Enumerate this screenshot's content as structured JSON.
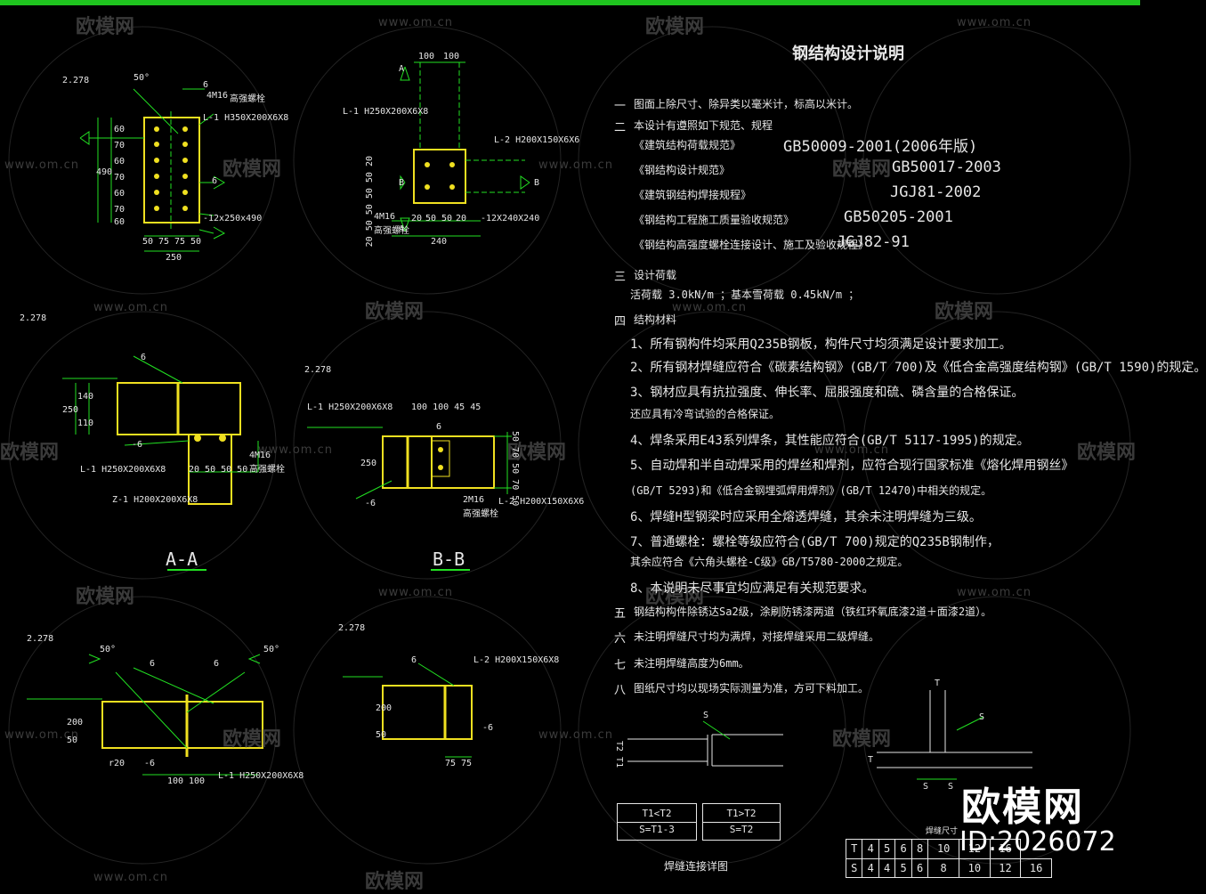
{
  "watermark": {
    "url": "www.om.cn",
    "logo": "欧模网"
  },
  "brand": {
    "name": "欧模网",
    "id": "ID:2026072"
  },
  "colors": {
    "background": "#000000",
    "border": "#1fc41f",
    "lines": "#22e022",
    "members": "#f0e020",
    "text": "#e6e6e6"
  },
  "notes": {
    "title": "钢结构设计说明",
    "items": [
      {
        "num": "一",
        "text": "图面上除尺寸、除异类以毫米计，标高以米计。"
      },
      {
        "num": "二",
        "text": "本设计有遵照如下规范、规程"
      },
      {
        "num": "",
        "text": "《建筑结构荷载规范》",
        "code": "GB50009-2001(2006年版)"
      },
      {
        "num": "",
        "text": "《钢结构设计规范》",
        "code": "GB50017-2003"
      },
      {
        "num": "",
        "text": "《建筑钢结构焊接规程》",
        "code": "JGJ81-2002"
      },
      {
        "num": "",
        "text": "《钢结构工程施工质量验收规范》",
        "code": "GB50205-2001"
      },
      {
        "num": "",
        "text": "《钢结构高强度螺栓连接设计、施工及验收规程》",
        "code": "JGJ82-91"
      },
      {
        "num": "三",
        "text": "设计荷载"
      },
      {
        "num": "",
        "text": "活荷载 3.0kN/m ；基本雪荷载 0.45kN/m ；"
      },
      {
        "num": "四",
        "text": "结构材料"
      },
      {
        "num": "",
        "text": "1、所有钢构件均采用Q235B钢板，构件尺寸均须满足设计要求加工。"
      },
      {
        "num": "",
        "text": "2、所有钢材焊缝应符合《碳素结构钢》(GB/T 700)及《低合金高强度结构钢》(GB/T 1590)的规定。"
      },
      {
        "num": "",
        "text": "3、钢材应具有抗拉强度、伸长率、屈服强度和硫、磷含量的合格保证。"
      },
      {
        "num": "",
        "text": "还应具有冷弯试验的合格保证。"
      },
      {
        "num": "",
        "text": "4、焊条采用E43系列焊条，其性能应符合(GB/T 5117-1995)的规定。"
      },
      {
        "num": "",
        "text": "5、自动焊和半自动焊采用的焊丝和焊剂，应符合现行国家标准《熔化焊用钢丝》"
      },
      {
        "num": "",
        "text": "(GB/T 5293)和《低合金钢埋弧焊用焊剂》(GB/T 12470)中相关的规定。"
      },
      {
        "num": "",
        "text": "6、焊缝H型钢梁时应采用全熔透焊缝，其余未注明焊缝为三级。"
      },
      {
        "num": "",
        "text": "7、普通螺栓：螺栓等级应符合(GB/T 700)规定的Q235B钢制作，"
      },
      {
        "num": "",
        "text": "其余应符合《六角头螺栓-C级》GB/T5780-2000之规定。"
      },
      {
        "num": "",
        "text": "8、本说明未尽事宜均应满足有关规范要求。"
      },
      {
        "num": "五",
        "text": "钢结构构件除锈达Sa2级，涂刷防锈漆两道（铁红环氧底漆2道＋面漆2道）。"
      },
      {
        "num": "六",
        "text": "未注明焊缝尺寸均为满焊，对接焊缝采用二级焊缝。"
      },
      {
        "num": "七",
        "text": "未注明焊缝高度为6mm。"
      },
      {
        "num": "八",
        "text": "图纸尺寸均以现场实际测量为准，方可下料加工。"
      }
    ]
  },
  "details": {
    "elev": "2.278",
    "d1": {
      "angle": "50°",
      "weld": "6",
      "bolt": "4M16",
      "bolt_note": "高强螺栓",
      "beam": "L-1  H350X200X6X8",
      "plate": "-12x250x490",
      "v_dims": [
        "60",
        "70",
        "60",
        "70",
        "60",
        "70",
        "60"
      ],
      "v_total": "490",
      "h_dims": [
        "50",
        "75",
        "75",
        "50"
      ],
      "h_total": "250"
    },
    "d2": {
      "top_dims": [
        "100",
        "100"
      ],
      "beam1": "L-1  H250X200X6X8",
      "beam2": "L-2  H200X150X6X6",
      "bolt": "4M16",
      "bolt_note": "高强螺栓",
      "plate": "-12X240X240",
      "v_dims": "20 50 50 50 50 20",
      "h_dims": [
        "20",
        "50",
        "50",
        "20"
      ],
      "h_total": "240",
      "sec_a": "A",
      "sec_b": "B"
    },
    "aa": {
      "weld": "6",
      "dims": [
        "140",
        "110"
      ],
      "total": "250",
      "weld2": "-6",
      "beam": "L-1  H250X200X6X8",
      "col": "Z-1  H200X200X6X8",
      "bolt_dims": "20 50 50 50",
      "bolt": "4M16",
      "bolt_note": "高强螺栓",
      "title": "A-A"
    },
    "bb": {
      "beam1": "L-1  H250X200X6X8",
      "top_dims": "100 100 45 45",
      "dims": "50 70 50 70 50",
      "h": "250",
      "bolt": "2M16",
      "bolt_note": "高强螺栓",
      "beam2": "L-2  H200X150X6X6",
      "weld": "6",
      "weld2": "-6",
      "title": "B-B"
    },
    "d5": {
      "angle1": "50°",
      "angle2": "50°",
      "weld1": "6",
      "weld2": "6",
      "dims": [
        "200",
        "50"
      ],
      "r": "r20",
      "weld3": "-6",
      "h_dims": [
        "100",
        "100"
      ],
      "beam": "L-1  H250X200X6X8"
    },
    "d6": {
      "beam": "L-2  H200X150X6X8",
      "weld": "6",
      "dims": [
        "200",
        "50"
      ],
      "h_dims": [
        "75",
        "75"
      ],
      "weld2": "-6"
    },
    "weld_detail": {
      "s": "S",
      "t1t2": "T2 T1",
      "box1_top": "T1<T2",
      "box1_bottom": "S=T1-3",
      "box2_top": "T1>T2",
      "box2_bottom": "S=T2",
      "caption": "焊缝连接详图"
    },
    "t_detail": {
      "t": "T",
      "s": "S",
      "dims": [
        "S",
        "S"
      ],
      "t_side": "T",
      "table_title": "焊缝尺寸",
      "rows": [
        [
          "T",
          "4",
          "5",
          "6",
          "8",
          "10",
          "12",
          "16"
        ],
        [
          "S",
          "4",
          "4",
          "5",
          "6",
          "8",
          "10",
          "12",
          "16"
        ]
      ]
    }
  }
}
